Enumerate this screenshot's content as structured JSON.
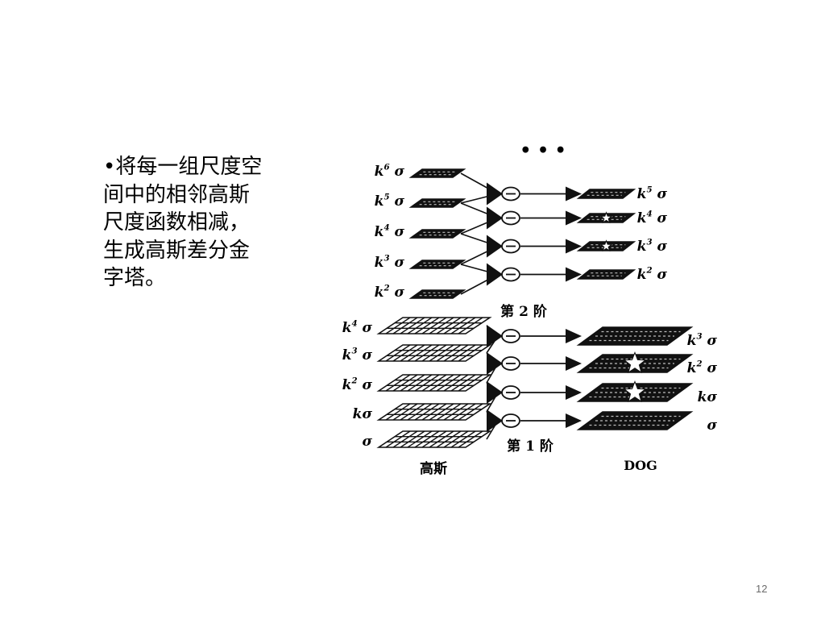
{
  "slide": {
    "bullet_char": "•",
    "text_lines": [
      "将每一组尺度空",
      "间中的相邻高斯",
      "尺度函数相减，",
      "生成高斯差分金",
      "字塔。"
    ],
    "page_number": "12"
  },
  "diagram": {
    "continuation_dots": "• • •",
    "octave1": {
      "title": "第 1 阶",
      "gaussian_caption": "高斯",
      "dog_caption": "DOG",
      "gaussian_labels": [
        {
          "base": "k",
          "exp": "4",
          "sigma": "σ"
        },
        {
          "base": "k",
          "exp": "3",
          "sigma": "σ"
        },
        {
          "base": "k",
          "exp": "2",
          "sigma": "σ"
        },
        {
          "base": "k",
          "exp": "",
          "sigma": "σ"
        },
        {
          "base": "",
          "exp": "",
          "sigma": "σ"
        }
      ],
      "dog_labels": [
        {
          "base": "k",
          "exp": "3",
          "sigma": "σ"
        },
        {
          "base": "k",
          "exp": "2",
          "sigma": "σ"
        },
        {
          "base": "k",
          "exp": "",
          "sigma": "σ"
        },
        {
          "base": "",
          "exp": "",
          "sigma": "σ"
        }
      ]
    },
    "octave2": {
      "title": "第 2 阶",
      "gaussian_labels": [
        {
          "base": "k",
          "exp": "6",
          "sigma": "σ"
        },
        {
          "base": "k",
          "exp": "5",
          "sigma": "σ"
        },
        {
          "base": "k",
          "exp": "4",
          "sigma": "σ"
        },
        {
          "base": "k",
          "exp": "3",
          "sigma": "σ"
        },
        {
          "base": "k",
          "exp": "2",
          "sigma": "σ"
        }
      ],
      "dog_labels": [
        {
          "base": "k",
          "exp": "5",
          "sigma": "σ"
        },
        {
          "base": "k",
          "exp": "4",
          "sigma": "σ"
        },
        {
          "base": "k",
          "exp": "3",
          "sigma": "σ"
        },
        {
          "base": "k",
          "exp": "2",
          "sigma": "σ"
        }
      ]
    },
    "colors": {
      "ink": "#111111",
      "paper": "#ffffff",
      "star": "#ffffff"
    }
  }
}
